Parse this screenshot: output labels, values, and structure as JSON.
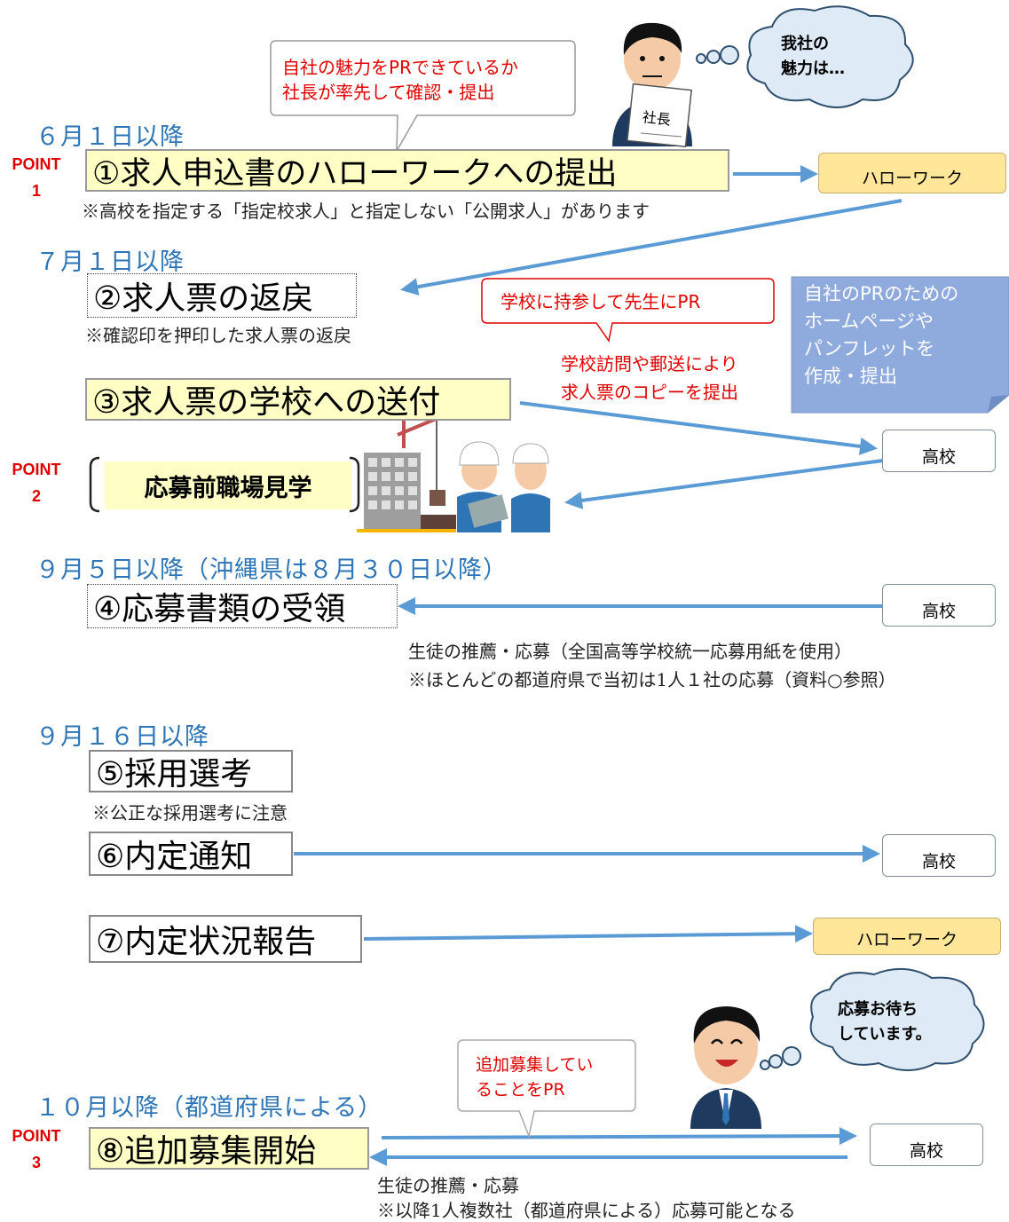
{
  "dates": {
    "d1": "６月１日以降",
    "d2": "７月１日以降",
    "d3": "９月５日以降（沖縄県は８月３０日以降）",
    "d4": "９月１６日以降",
    "d5": "１０月以降（都道府県による）"
  },
  "points": {
    "p1_label": "POINT",
    "p1_num": "1",
    "p2_label": "POINT",
    "p2_num": "2",
    "p3_label": "POINT",
    "p3_num": "3"
  },
  "steps": {
    "s1": "①求人申込書のハローワークへの提出",
    "s2": "②求人票の返戻",
    "s3": "③求人票の学校への送付",
    "s4": "④応募書類の受領",
    "s5": "⑤採用選考",
    "s6": "⑥内定通知",
    "s7": "⑦内定状況報告",
    "s8": "⑧追加募集開始",
    "visit": "応募前職場見学"
  },
  "notes": {
    "n1": "※高校を指定する「指定校求人」と指定しない「公開求人」があります",
    "n2": "※確認印を押印した求人票の返戻",
    "n4a": "生徒の推薦・応募（全国高等学校統一応募用紙を使用）",
    "n4b": "※ほとんどの都道府県で当初は1人１社の応募（資料○参照）",
    "n5": "※公正な採用選考に注意",
    "n8a": "生徒の推薦・応募",
    "n8b": "※以降1人複数社（都道府県による）応募可能となる"
  },
  "destinations": {
    "hw": "ハローワーク",
    "school": "高校"
  },
  "bubbles": {
    "b1_line1": "自社の魅力をPRできているか",
    "b1_line2": "社長が率先して確認・提出",
    "b2": "学校に持参して先生にPR",
    "b2_sub1": "学校訪問や郵送により",
    "b2_sub2": "求人票のコピーを提出",
    "b3_line1": "追加募集してい",
    "b3_line2": "ることをPR"
  },
  "clouds": {
    "c1_line1": "我社の",
    "c1_line2": "魅力は…",
    "c2_line1": "応募お待ち",
    "c2_line2": "しています。"
  },
  "pr_note": {
    "line1": "自社のPRのための",
    "line2": "ホームページや",
    "line3": "パンフレットを",
    "line4": "作成・提出"
  },
  "president_paper": "社長",
  "colors": {
    "date_blue": "#2E75B6",
    "arrow_blue": "#5B9BD5",
    "point_red": "#E00000",
    "step_yellow": "#FFFFC5",
    "hw_yellow": "#FFE699",
    "pr_box": "#8FAADC"
  }
}
